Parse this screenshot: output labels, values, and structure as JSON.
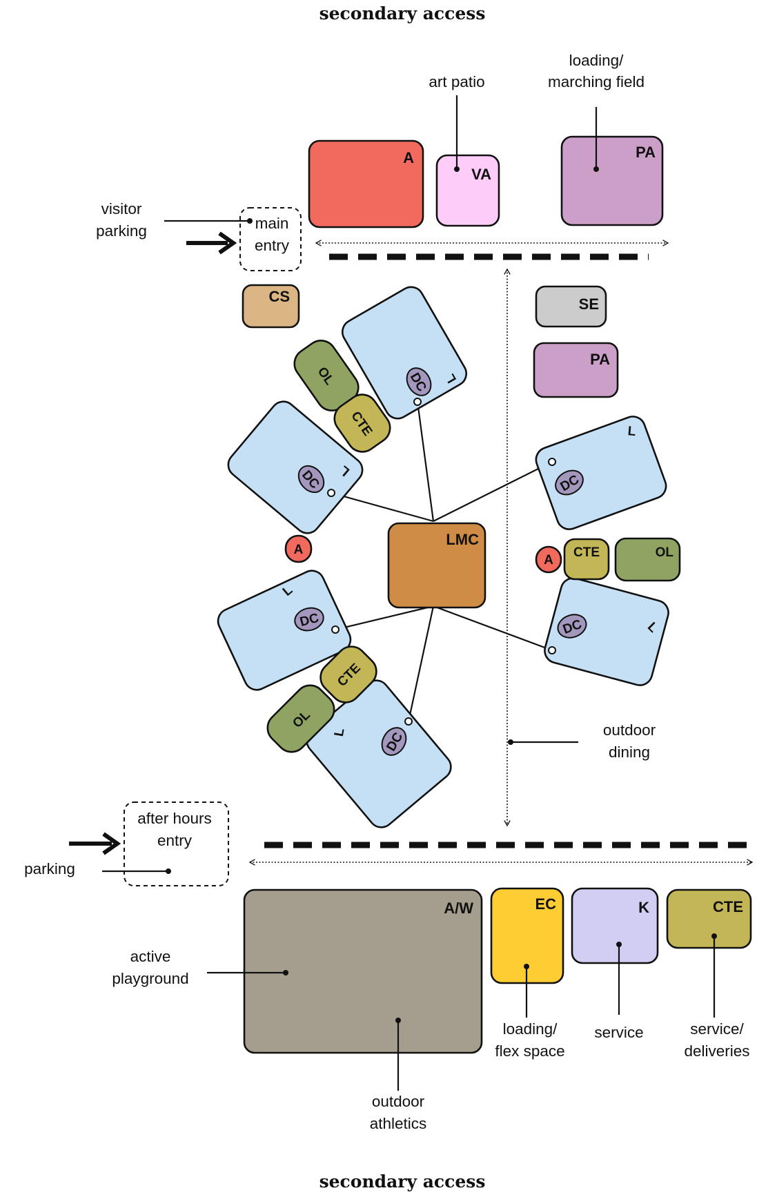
{
  "headings": {
    "top": "secondary access",
    "bottom": "secondary access"
  },
  "blocks": {
    "a_top": "A",
    "va": "VA",
    "pa_top": "PA",
    "cs": "CS",
    "se": "SE",
    "pa_mid": "PA",
    "lmc": "LMC",
    "a_left": "A",
    "a_right": "A",
    "cte_right": "CTE",
    "ol_right": "OL",
    "aw": "A/W",
    "ec": "EC",
    "k": "K",
    "cte_bottom": "CTE"
  },
  "clusters": {
    "learning": "L",
    "dc": "DC",
    "ol": "OL",
    "cte": "CTE"
  },
  "labels": {
    "art_patio": "art patio",
    "loading_marching_1": "loading/",
    "loading_marching_2": "marching field",
    "visitor_parking_1": "visitor",
    "visitor_parking_2": "parking",
    "main_entry_1": "main",
    "main_entry_2": "entry",
    "after_hours_1": "after hours",
    "after_hours_2": "entry",
    "parking": "parking",
    "outdoor_dining_1": "outdoor",
    "outdoor_dining_2": "dining",
    "active_playground_1": "active",
    "active_playground_2": "playground",
    "loading_flex_1": "loading/",
    "loading_flex_2": "flex space",
    "service": "service",
    "service_deliveries_1": "service/",
    "service_deliveries_2": "deliveries",
    "outdoor_athletics_1": "outdoor",
    "outdoor_athletics_2": "athletics"
  },
  "colors": {
    "arts": "#f26a5e",
    "visual_arts": "#fdccf8",
    "performing_arts": "#cc9fc8",
    "counseling": "#dbb584",
    "special_ed": "#cccccc",
    "learning": "#c5e0f4",
    "dc": "#a497bd",
    "online": "#8fa463",
    "cte": "#c2b656",
    "lmc": "#cf8c47",
    "athletics": "#a59e8f",
    "early_childhood": "#fecd34",
    "kitchen": "#d2cdf3"
  }
}
